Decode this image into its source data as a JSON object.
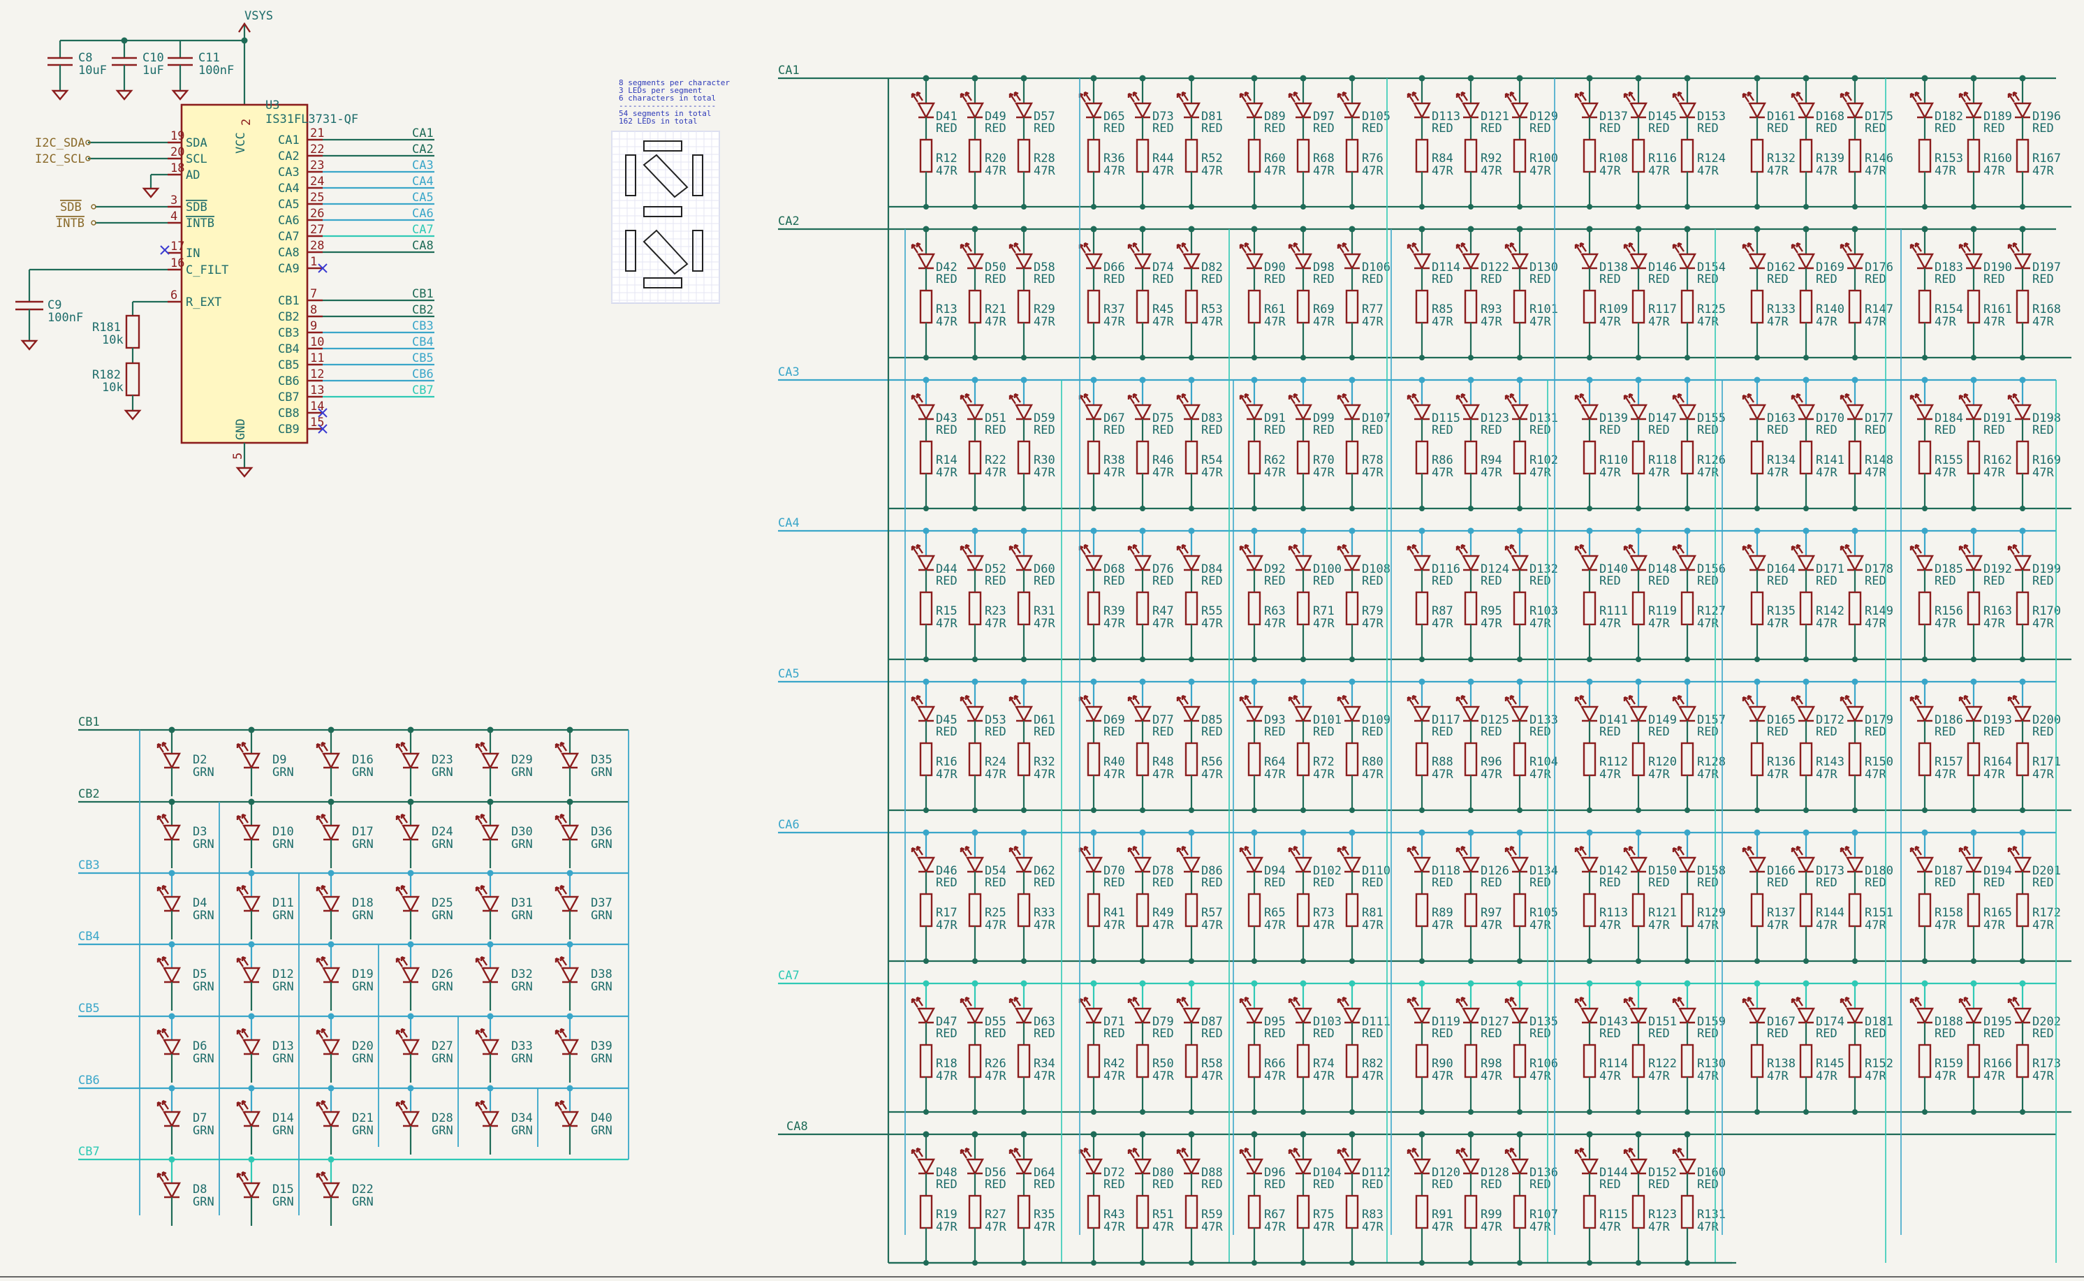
{
  "power": {
    "vsys": "VSYS"
  },
  "caps": [
    {
      "ref": "C8",
      "val": "10uF"
    },
    {
      "ref": "C10",
      "val": "1uF"
    },
    {
      "ref": "C11",
      "val": "100nF"
    },
    {
      "ref": "C9",
      "val": "100nF"
    }
  ],
  "resistors_top": [
    {
      "ref": "R181",
      "val": "10k"
    },
    {
      "ref": "R182",
      "val": "10k"
    }
  ],
  "ic": {
    "ref": "U3",
    "part": "IS31FL3731-QF",
    "vcc": "VCC",
    "gnd": "GND",
    "vcc_pin": "2",
    "gnd_pin": "5",
    "left_pins": [
      {
        "num": "19",
        "name": "SDA"
      },
      {
        "num": "20",
        "name": "SCL"
      },
      {
        "num": "18",
        "name": "AD"
      },
      {
        "num": "3",
        "name": "SDB"
      },
      {
        "num": "4",
        "name": "INTB"
      },
      {
        "num": "17",
        "name": "IN"
      },
      {
        "num": "16",
        "name": "C_FILT"
      },
      {
        "num": "6",
        "name": "R_EXT"
      }
    ],
    "right_pins": [
      {
        "num": "21",
        "name": "CA1"
      },
      {
        "num": "22",
        "name": "CA2"
      },
      {
        "num": "23",
        "name": "CA3"
      },
      {
        "num": "24",
        "name": "CA4"
      },
      {
        "num": "25",
        "name": "CA5"
      },
      {
        "num": "26",
        "name": "CA6"
      },
      {
        "num": "27",
        "name": "CA7"
      },
      {
        "num": "28",
        "name": "CA8"
      },
      {
        "num": "1",
        "name": "CA9"
      },
      {
        "num": "7",
        "name": "CB1"
      },
      {
        "num": "8",
        "name": "CB2"
      },
      {
        "num": "9",
        "name": "CB3"
      },
      {
        "num": "10",
        "name": "CB4"
      },
      {
        "num": "11",
        "name": "CB5"
      },
      {
        "num": "12",
        "name": "CB6"
      },
      {
        "num": "13",
        "name": "CB7"
      },
      {
        "num": "14",
        "name": "CB8"
      },
      {
        "num": "15",
        "name": "CB9"
      }
    ]
  },
  "signals": {
    "left": [
      "I2C_SDA",
      "I2C_SCL",
      "SDB",
      "INTB"
    ],
    "right": [
      "CA1",
      "CA2",
      "CA3",
      "CA4",
      "CA5",
      "CA6",
      "CA7",
      "CA8",
      "CB1",
      "CB2",
      "CB3",
      "CB4",
      "CB5",
      "CB6",
      "CB7"
    ]
  },
  "notes": {
    "lines": [
      "8 segments per character",
      "3 LEDs per segment",
      "6 characters in total",
      "---------------------",
      "54 segments in total",
      "162 LEDs in total"
    ]
  },
  "grn": {
    "rows": [
      "CB1",
      "CB2",
      "CB3",
      "CB4",
      "CB5",
      "CB6",
      "CB7"
    ],
    "value": "GRN",
    "cols": [
      [
        "D2",
        "D3",
        "D4",
        "D5",
        "D6",
        "D7",
        "D8"
      ],
      [
        "D9",
        "D10",
        "D11",
        "D12",
        "D13",
        "D14",
        "D15"
      ],
      [
        "D16",
        "D17",
        "D18",
        "D19",
        "D20",
        "D21",
        "D22"
      ],
      [
        "D23",
        "D24",
        "D25",
        "D26",
        "D27",
        "D28"
      ],
      [
        "D29",
        "D30",
        "D31",
        "D32",
        "D33",
        "D34"
      ],
      [
        "D35",
        "D36",
        "D37",
        "D38",
        "D39",
        "D40"
      ]
    ]
  },
  "red": {
    "rows": [
      "CA1",
      "CA2",
      "CA3",
      "CA4",
      "CA5",
      "CA6",
      "CA7",
      "CA8"
    ],
    "value": "RED",
    "rvalue": "47R",
    "rowsData": [
      {
        "d": [
          "D41",
          "D49",
          "D57",
          "D65",
          "D73",
          "D81",
          "D89",
          "D97",
          "D105",
          "D113",
          "D121",
          "D129",
          "D137",
          "D145",
          "D153",
          "D161",
          "D168",
          "D175",
          "D182",
          "D189",
          "D196"
        ],
        "r": [
          "R12",
          "R20",
          "R28",
          "R36",
          "R44",
          "R52",
          "R60",
          "R68",
          "R76",
          "R84",
          "R92",
          "R100",
          "R108",
          "R116",
          "R124",
          "R132",
          "R139",
          "R146",
          "R153",
          "R160",
          "R167"
        ]
      },
      {
        "d": [
          "D42",
          "D50",
          "D58",
          "D66",
          "D74",
          "D82",
          "D90",
          "D98",
          "D106",
          "D114",
          "D122",
          "D130",
          "D138",
          "D146",
          "D154",
          "D162",
          "D169",
          "D176",
          "D183",
          "D190",
          "D197"
        ],
        "r": [
          "R13",
          "R21",
          "R29",
          "R37",
          "R45",
          "R53",
          "R61",
          "R69",
          "R77",
          "R85",
          "R93",
          "R101",
          "R109",
          "R117",
          "R125",
          "R133",
          "R140",
          "R147",
          "R154",
          "R161",
          "R168"
        ]
      },
      {
        "d": [
          "D43",
          "D51",
          "D59",
          "D67",
          "D75",
          "D83",
          "D91",
          "D99",
          "D107",
          "D115",
          "D123",
          "D131",
          "D139",
          "D147",
          "D155",
          "D163",
          "D170",
          "D177",
          "D184",
          "D191",
          "D198"
        ],
        "r": [
          "R14",
          "R22",
          "R30",
          "R38",
          "R46",
          "R54",
          "R62",
          "R70",
          "R78",
          "R86",
          "R94",
          "R102",
          "R110",
          "R118",
          "R126",
          "R134",
          "R141",
          "R148",
          "R155",
          "R162",
          "R169"
        ]
      },
      {
        "d": [
          "D44",
          "D52",
          "D60",
          "D68",
          "D76",
          "D84",
          "D92",
          "D100",
          "D108",
          "D116",
          "D124",
          "D132",
          "D140",
          "D148",
          "D156",
          "D164",
          "D171",
          "D178",
          "D185",
          "D192",
          "D199"
        ],
        "r": [
          "R15",
          "R23",
          "R31",
          "R39",
          "R47",
          "R55",
          "R63",
          "R71",
          "R79",
          "R87",
          "R95",
          "R103",
          "R111",
          "R119",
          "R127",
          "R135",
          "R142",
          "R149",
          "R156",
          "R163",
          "R170"
        ]
      },
      {
        "d": [
          "D45",
          "D53",
          "D61",
          "D69",
          "D77",
          "D85",
          "D93",
          "D101",
          "D109",
          "D117",
          "D125",
          "D133",
          "D141",
          "D149",
          "D157",
          "D165",
          "D172",
          "D179",
          "D186",
          "D193",
          "D200"
        ],
        "r": [
          "R16",
          "R24",
          "R32",
          "R40",
          "R48",
          "R56",
          "R64",
          "R72",
          "R80",
          "R88",
          "R96",
          "R104",
          "R112",
          "R120",
          "R128",
          "R136",
          "R143",
          "R150",
          "R157",
          "R164",
          "R171"
        ]
      },
      {
        "d": [
          "D46",
          "D54",
          "D62",
          "D70",
          "D78",
          "D86",
          "D94",
          "D102",
          "D110",
          "D118",
          "D126",
          "D134",
          "D142",
          "D150",
          "D158",
          "D166",
          "D173",
          "D180",
          "D187",
          "D194",
          "D201"
        ],
        "r": [
          "R17",
          "R25",
          "R33",
          "R41",
          "R49",
          "R57",
          "R65",
          "R73",
          "R81",
          "R89",
          "R97",
          "R105",
          "R113",
          "R121",
          "R129",
          "R137",
          "R144",
          "R151",
          "R158",
          "R165",
          "R172"
        ]
      },
      {
        "d": [
          "D47",
          "D55",
          "D63",
          "D71",
          "D79",
          "D87",
          "D95",
          "D103",
          "D111",
          "D119",
          "D127",
          "D135",
          "D143",
          "D151",
          "D159",
          "D167",
          "D174",
          "D181",
          "D188",
          "D195",
          "D202"
        ],
        "r": [
          "R18",
          "R26",
          "R34",
          "R42",
          "R50",
          "R58",
          "R66",
          "R74",
          "R82",
          "R90",
          "R98",
          "R106",
          "R114",
          "R122",
          "R130",
          "R138",
          "R145",
          "R152",
          "R159",
          "R166",
          "R173"
        ]
      },
      {
        "d": [
          "D48",
          "D56",
          "D64",
          "D72",
          "D80",
          "D88",
          "D96",
          "D104",
          "D112",
          "D120",
          "D128",
          "D136",
          "D144",
          "D152",
          "D160"
        ],
        "r": [
          "R19",
          "R27",
          "R35",
          "R43",
          "R51",
          "R59",
          "R67",
          "R75",
          "R83",
          "R91",
          "R99",
          "R107",
          "R115",
          "R123",
          "R131"
        ]
      }
    ]
  },
  "colors": {
    "rowColors": [
      "#1f6b57",
      "#1f6b57",
      "#3aa6c9",
      "#3aa6c9",
      "#3aa6c9",
      "#3aa6c9",
      "#2fc9b5",
      "#1f6b57"
    ]
  }
}
